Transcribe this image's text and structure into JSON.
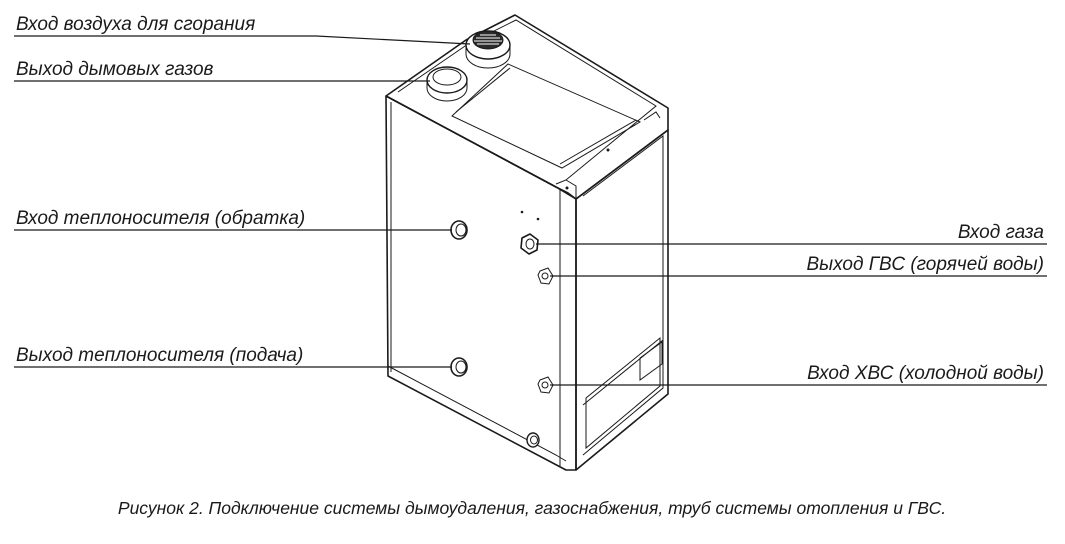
{
  "labels": {
    "air_inlet": "Вход воздуха для сгорания",
    "flue_outlet": "Выход дымовых газов",
    "return_inlet": "Вход теплоносителя (обратка)",
    "supply_outlet": "Выход теплоносителя (подача)",
    "gas_inlet": "Вход газа",
    "dhw_outlet": "Выход ГВС (горячей воды)",
    "cold_inlet": "Вход ХВС (холодной воды)"
  },
  "caption": "Рисунок 2.  Подключение системы дымоудаления, газоснабжения, труб системы отопления и ГВС."
}
